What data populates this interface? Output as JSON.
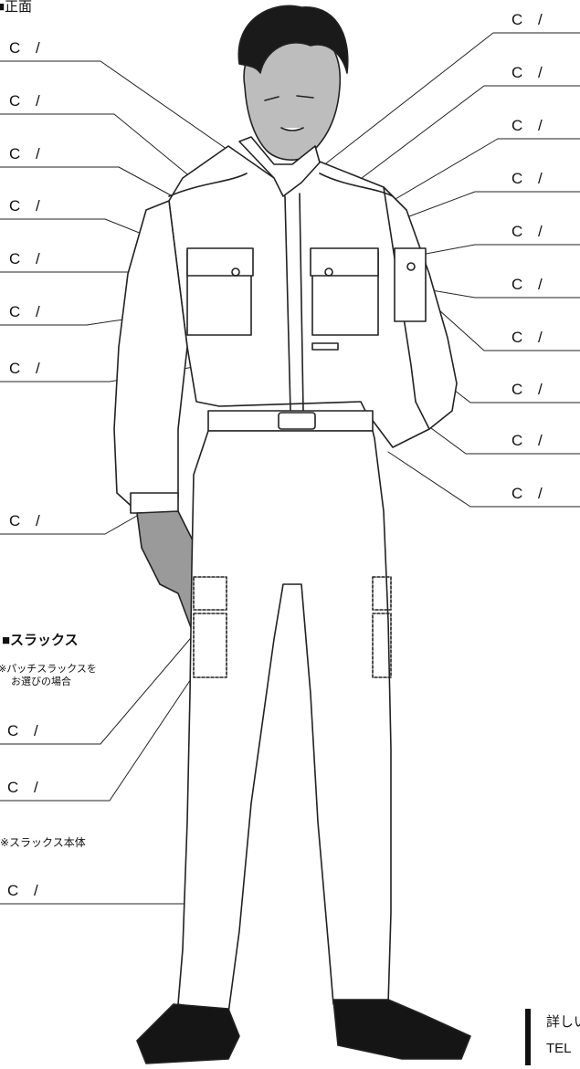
{
  "header": {
    "section_title": "■正面"
  },
  "callout_text": "C /",
  "left_callouts": [
    "C /",
    "C /",
    "C /",
    "C /",
    "C /",
    "C /",
    "C /",
    "C /"
  ],
  "right_callouts": [
    "C /",
    "C /",
    "C /",
    "C /",
    "C /",
    "C /",
    "C /",
    "C /",
    "C /"
  ],
  "slacks": {
    "title": "■スラックス",
    "note_line1": "※パッチスラックスを",
    "note_line2": "お選びの場合",
    "body_note": "※スラックス本体",
    "callouts": [
      "C /",
      "C /",
      "C /"
    ]
  },
  "footer": {
    "line1": "詳しい",
    "line2": "TEL"
  }
}
